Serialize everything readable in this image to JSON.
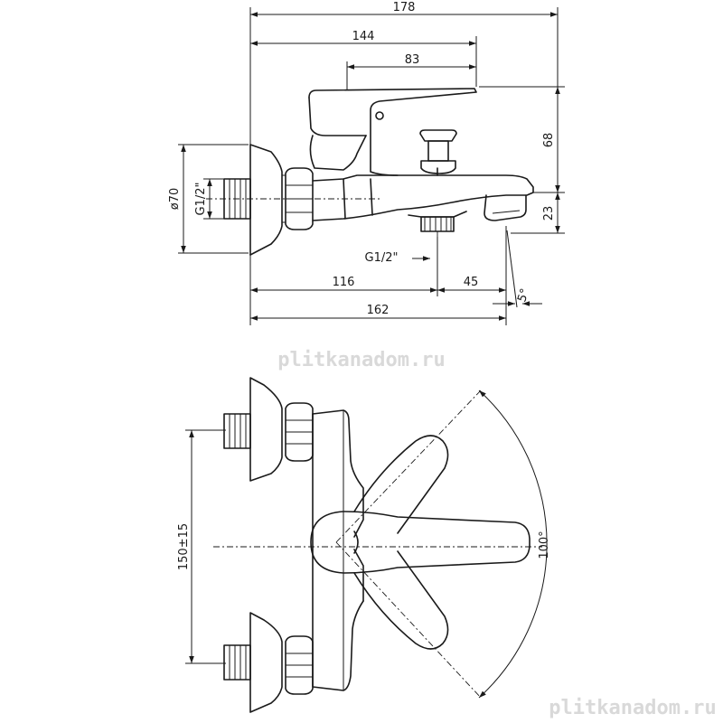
{
  "side_view": {
    "dimensions": {
      "overall_length": "178",
      "body_length": "144",
      "lever_length": "83",
      "height_total": "68",
      "spout_height": "23",
      "wall_thread": "G1/2\"",
      "outlet_thread": "G1/2\"",
      "flange_diameter": "ø70",
      "to_outlet": "116",
      "outlet_to_spout": "45",
      "total_to_spout": "162",
      "spout_angle": "5°"
    }
  },
  "top_view": {
    "dimensions": {
      "inlet_spacing": "150±15",
      "handle_rotation": "100°"
    }
  },
  "watermarks": {
    "center": "plitkanadom.ru",
    "bottom_right": "plitkanadom.ru"
  }
}
